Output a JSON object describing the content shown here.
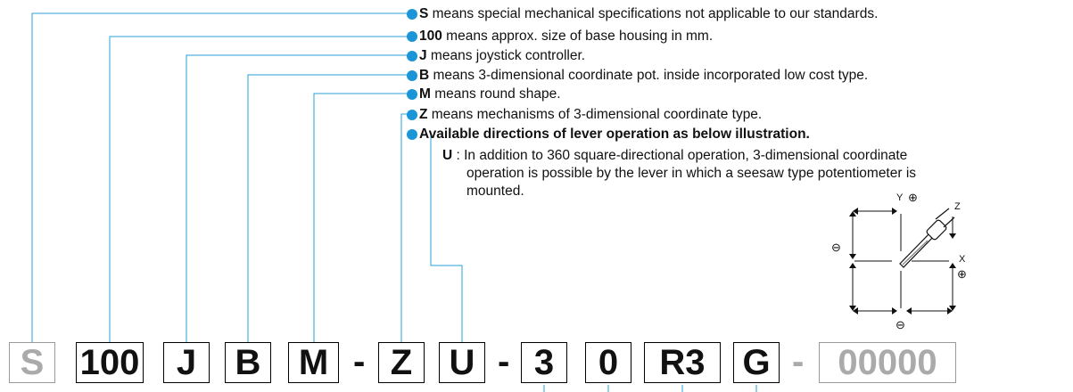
{
  "notes": [
    {
      "code": "S",
      "text": " means special mechanical specifications not applicable to our standards."
    },
    {
      "code": "100",
      "text": " means approx. size of base housing in mm."
    },
    {
      "code": "J",
      "text": " means joystick controller."
    },
    {
      "code": "B",
      "text": " means 3-dimensional coordinate pot. inside incorporated low cost type."
    },
    {
      "code": "M",
      "text": " means round shape."
    },
    {
      "code": "Z",
      "text": " means mechanisms of 3-dimensional coordinate type."
    },
    {
      "code": "",
      "text": "Available directions of lever operation as below illustration."
    }
  ],
  "u_note": {
    "code": "U",
    "line1": " : In addition to 360 square-directional operation, 3-dimensional coordinate",
    "line2": "operation is possible by the lever in which a seesaw type potentiometer is",
    "line3": "mounted."
  },
  "part_number": {
    "boxes": [
      "S",
      "100",
      "J",
      "B",
      "M",
      "Z",
      "U",
      "3",
      "0",
      "R3",
      "G",
      "00000"
    ],
    "dash": "-"
  },
  "axis_labels": {
    "y": "Y",
    "z": "Z",
    "x": "X",
    "plus": "⊕",
    "minus": "⊖"
  },
  "colors": {
    "accent": "#1a96d8",
    "leader": "#2a9fd8",
    "grayed": "#aaaaaa"
  }
}
